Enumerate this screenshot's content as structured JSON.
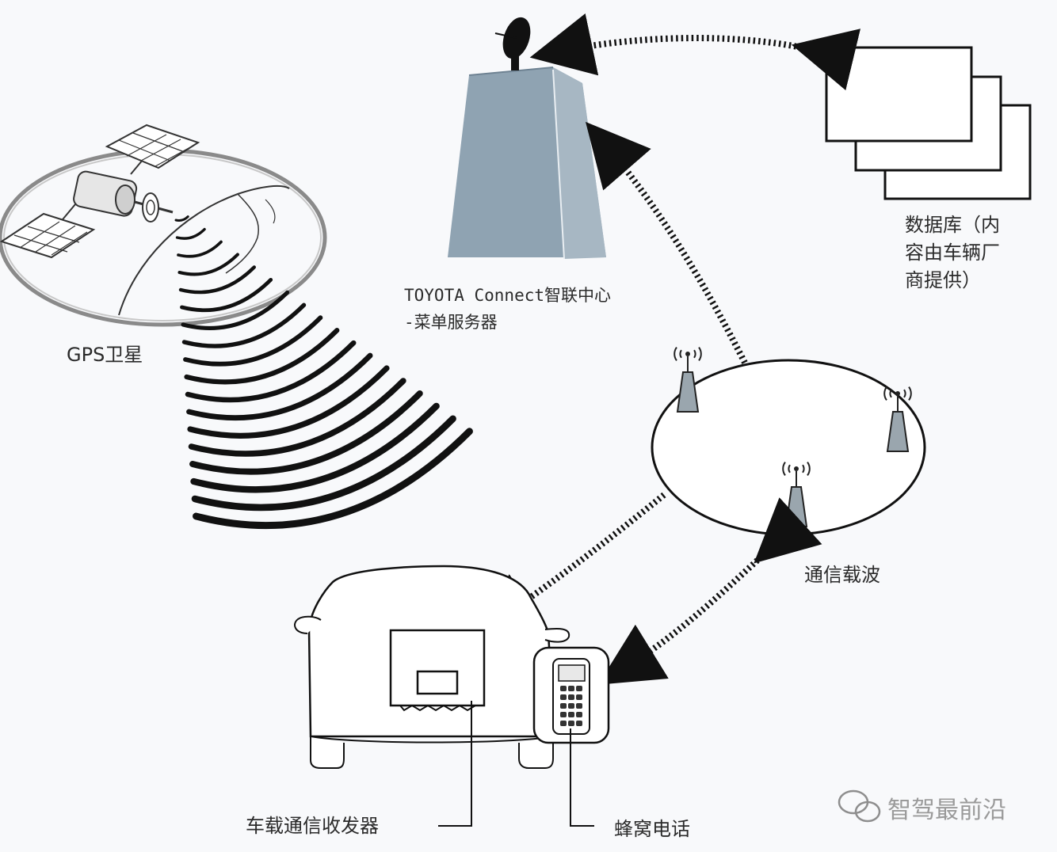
{
  "labels": {
    "gps": "GPS卫星",
    "server_line1": "TOYOTA Connect智联中心",
    "server_line2": "-菜单服务器",
    "database_line1": "数据库（内",
    "database_line2": "容由车辆厂",
    "database_line3": "商提供）",
    "carrier": "通信载波",
    "transceiver": "车载通信收发器",
    "cellphone": "蜂窝电话"
  },
  "watermark": {
    "text": "智驾最前沿",
    "icon": "wechat-icon"
  },
  "colors": {
    "server": "#8fa3b2",
    "tower": "#9aa6ae",
    "line": "#111111",
    "background": "#f8f9fb"
  }
}
